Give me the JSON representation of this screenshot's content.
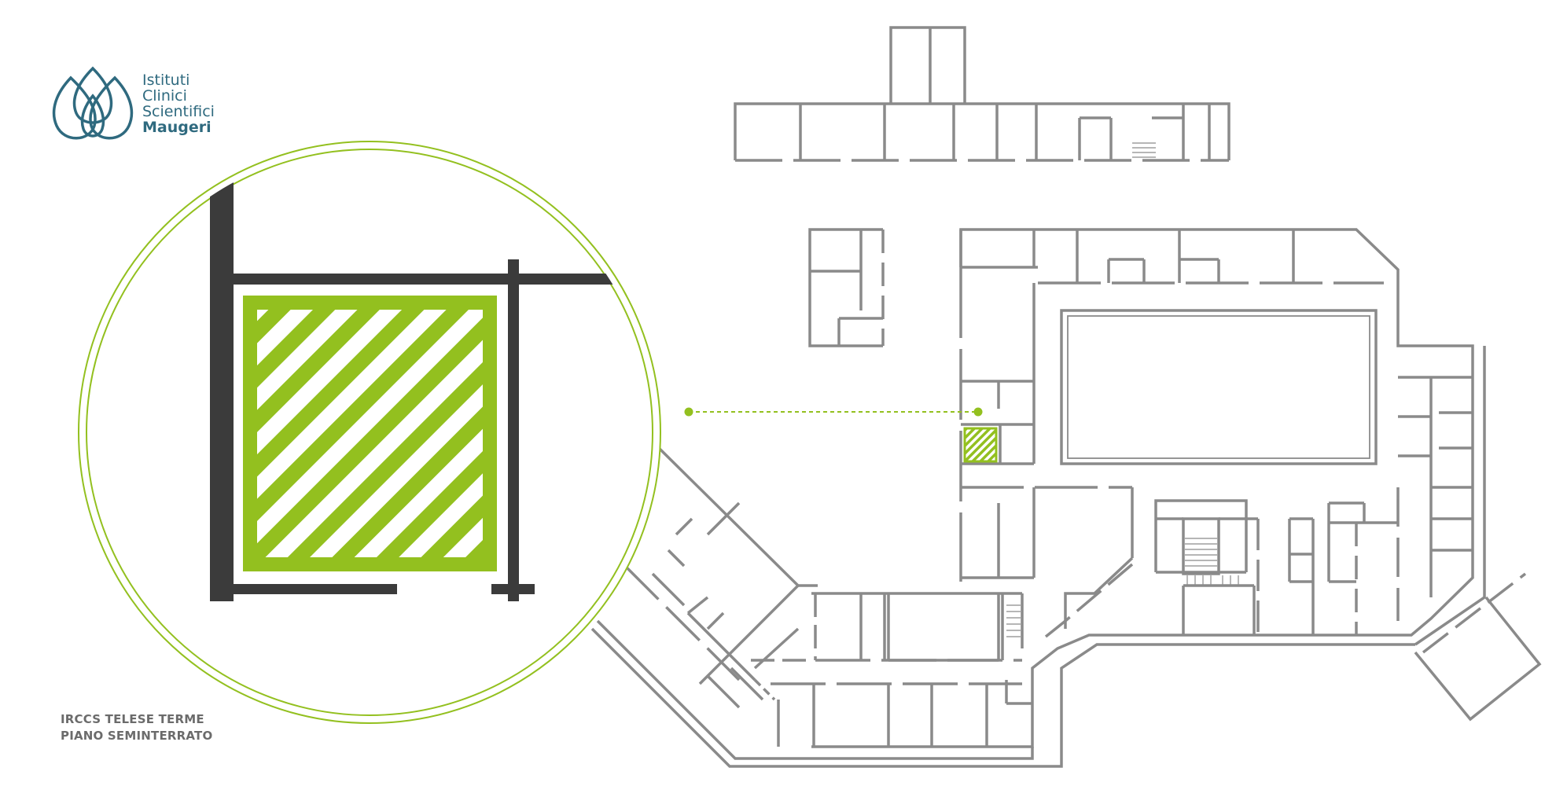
{
  "brand": {
    "line1": "Istituti",
    "line2": "Clinici",
    "line3": "Scientifici",
    "line4": "Maugeri",
    "color": "#2f6a7f",
    "icon": "lotus-drops-logo-icon"
  },
  "caption": {
    "line1": "IRCCS TELESE TERME",
    "line2": "PIANO SEMINTERRATO"
  },
  "map": {
    "highlight_color": "#93c01f",
    "wall_color": "#8a8a8a",
    "zoom_wall_color": "#3b3b3b",
    "marker_icon": "hatched-room-marker-icon"
  }
}
